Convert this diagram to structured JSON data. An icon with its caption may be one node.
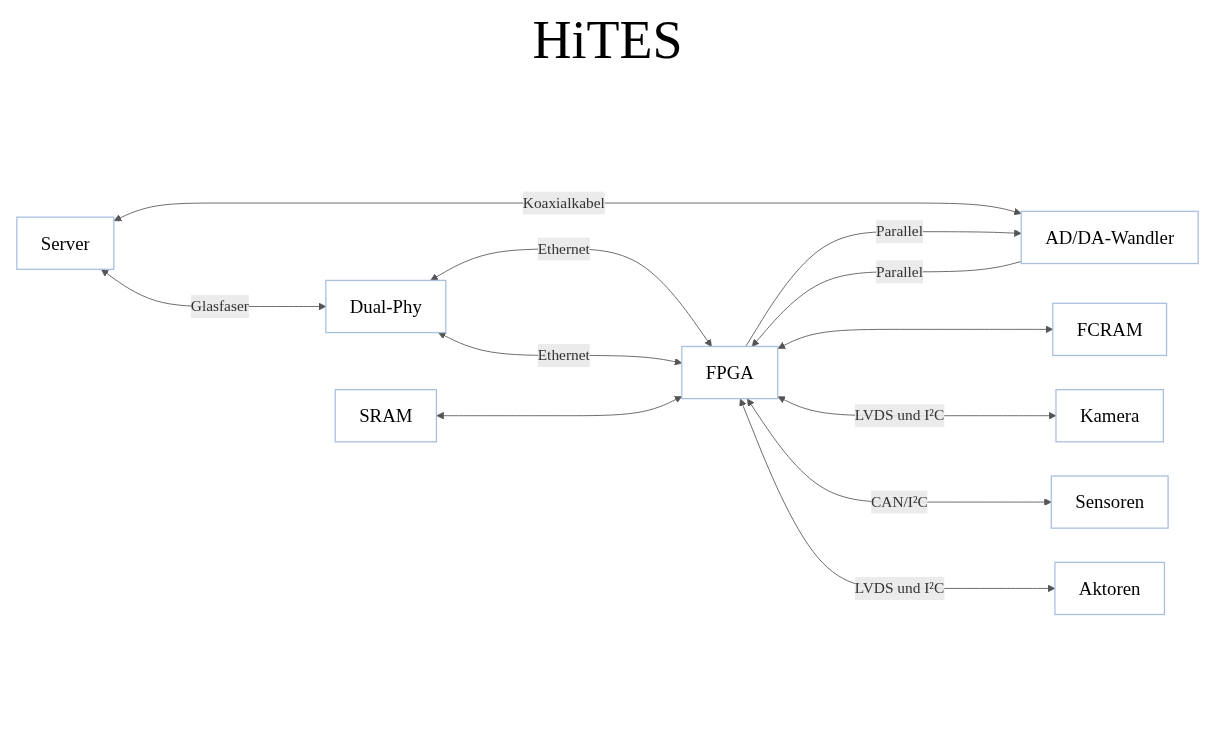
{
  "diagram": {
    "title": "HiTES",
    "nodes": [
      {
        "text": [
          "Server"
        ]
      },
      {
        "text": [
          "Dual-Phy"
        ]
      },
      {
        "text": [
          "AD/DA-Wandler"
        ]
      },
      {
        "text": [
          "SRAM"
        ]
      },
      {
        "text": [
          "FPGA"
        ]
      },
      {
        "text": [
          "FCRAM"
        ]
      },
      {
        "text": [
          "Kamera"
        ]
      },
      {
        "text": [
          "Sensoren"
        ]
      },
      {
        "text": [
          "Aktoren"
        ]
      }
    ],
    "edges": [
      {
        "from": 0,
        "to": 1,
        "arrow": "both",
        "label": "Glasfaser"
      },
      {
        "from": 0,
        "to": 2,
        "arrow": "both",
        "label": "Koaxialkabel"
      },
      {
        "from": 1,
        "to": 4,
        "arrow": "both",
        "label": "Ethernet"
      },
      {
        "from": 1,
        "to": 4,
        "arrow": "both",
        "label": "Ethernet"
      },
      {
        "from": 2,
        "to": 4,
        "arrow": "to",
        "label": "Parallel"
      },
      {
        "from": 4,
        "to": 2,
        "arrow": "to",
        "label": "Parallel"
      },
      {
        "from": 3,
        "to": 4,
        "arrow": "both"
      },
      {
        "from": 4,
        "to": 5,
        "arrow": "both"
      },
      {
        "from": 4,
        "to": 6,
        "arrow": "both",
        "label": "LVDS und I²C"
      },
      {
        "from": 4,
        "to": 7,
        "arrow": "both",
        "label": "CAN/I²C"
      },
      {
        "from": 4,
        "to": 8,
        "arrow": "both",
        "label": "LVDS und I²C"
      }
    ]
  }
}
